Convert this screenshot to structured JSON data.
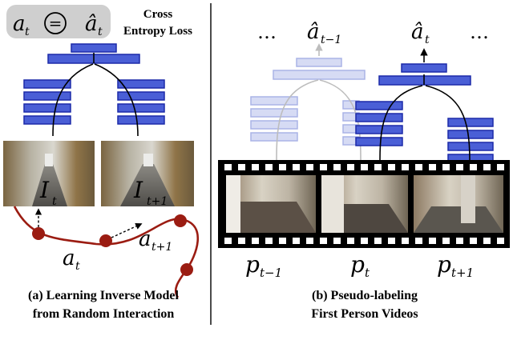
{
  "panel_a": {
    "loss_box": {
      "lhs": "a",
      "lhs_sub": "t",
      "eq": "=",
      "rhs": "â",
      "rhs_sub": "t"
    },
    "loss_label_line1": "Cross",
    "loss_label_line2": "Entropy Loss",
    "frame_left": {
      "var": "I",
      "sub": "t"
    },
    "frame_right": {
      "var": "I",
      "sub": "t+1"
    },
    "action_left": {
      "var": "a",
      "sub": "t"
    },
    "action_right": {
      "var": "a",
      "sub": "t+1"
    },
    "caption_line1": "(a) Learning Inverse Model",
    "caption_line2": "from Random Interaction"
  },
  "panel_b": {
    "ellipsis_left": "…",
    "ellipsis_right": "…",
    "pred_prev": {
      "var": "â",
      "sub": "t−1"
    },
    "pred_curr": {
      "var": "â",
      "sub": "t"
    },
    "film_labels": [
      {
        "var": "p",
        "sub": "t−1"
      },
      {
        "var": "p",
        "sub": "t"
      },
      {
        "var": "p",
        "sub": "t+1"
      }
    ],
    "caption_line1": "(b) Pseudo-labeling",
    "caption_line2": "First Person Videos"
  },
  "colors": {
    "network_blue": "#4a5fd6",
    "network_faded": "#d6dbf4",
    "trajectory": "#9b1c12",
    "loss_box": "#cfcfcf"
  }
}
